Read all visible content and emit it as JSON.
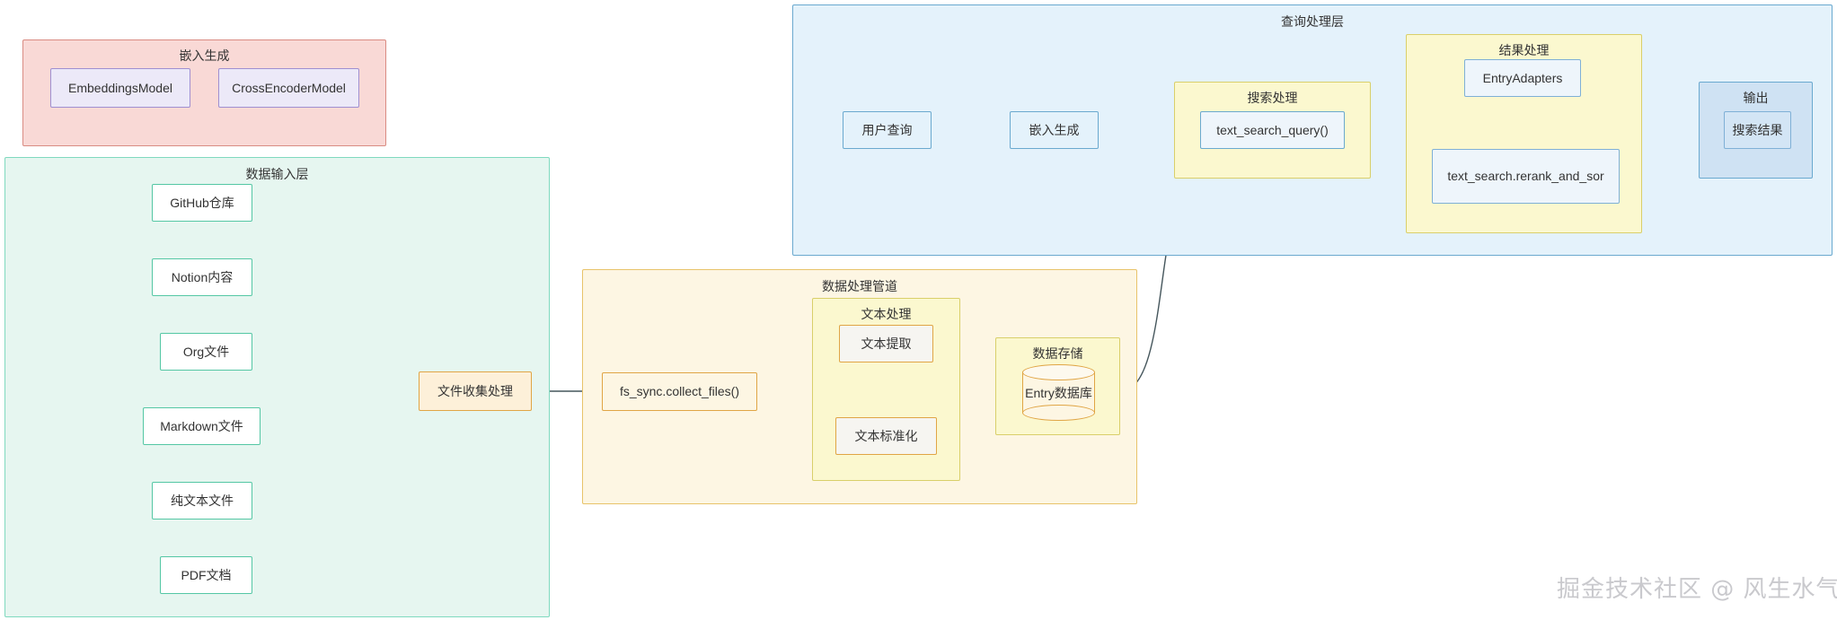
{
  "diagram": {
    "type": "flowchart",
    "clusters": [
      {
        "id": "embedding_generation",
        "title": "嵌入生成",
        "color": "#f9d9d6",
        "border": "#d98b82",
        "nodes": [
          {
            "id": "embeddings_model",
            "label": "EmbeddingsModel"
          },
          {
            "id": "cross_encoder_model",
            "label": "CrossEncoderModel"
          }
        ]
      },
      {
        "id": "data_input_layer",
        "title": "数据输入层",
        "color": "#e6f6f0",
        "border": "#7fd9bf",
        "nodes": [
          {
            "id": "github_repo",
            "label": "GitHub仓库"
          },
          {
            "id": "notion_content",
            "label": "Notion内容"
          },
          {
            "id": "org_file",
            "label": "Org文件"
          },
          {
            "id": "markdown_file",
            "label": "Markdown文件"
          },
          {
            "id": "plain_text_file",
            "label": "纯文本文件"
          },
          {
            "id": "pdf_document",
            "label": "PDF文档"
          },
          {
            "id": "file_collect_process",
            "label": "文件收集处理"
          }
        ]
      },
      {
        "id": "data_processing_pipeline",
        "title": "数据处理管道",
        "color": "#fdf6e3",
        "border": "#e8c36a",
        "nodes": [
          {
            "id": "fs_sync_collect_files",
            "label": "fs_sync.collect_files()"
          }
        ],
        "subclusters": [
          {
            "id": "text_processing",
            "title": "文本处理",
            "color": "#fbf8cf",
            "border": "#d9cf6a",
            "nodes": [
              {
                "id": "text_extract",
                "label": "文本提取"
              },
              {
                "id": "text_normalize",
                "label": "文本标准化"
              }
            ]
          },
          {
            "id": "data_storage",
            "title": "数据存储",
            "color": "#fbf8cf",
            "border": "#d9cf6a",
            "nodes": [
              {
                "id": "entry_database",
                "label": "Entry数据库",
                "shape": "cylinder"
              }
            ]
          }
        ]
      },
      {
        "id": "query_processing_layer",
        "title": "查询处理层",
        "color": "#e4f2fb",
        "border": "#6aa9cf",
        "nodes": [
          {
            "id": "user_query",
            "label": "用户查询"
          },
          {
            "id": "embedding_gen_query",
            "label": "嵌入生成"
          }
        ],
        "subclusters": [
          {
            "id": "search_processing",
            "title": "搜索处理",
            "color": "#fbf8cf",
            "border": "#d9cf6a",
            "nodes": [
              {
                "id": "text_search_query",
                "label": "text_search_query()"
              }
            ]
          },
          {
            "id": "result_processing",
            "title": "结果处理",
            "color": "#fbf8cf",
            "border": "#d9cf6a",
            "nodes": [
              {
                "id": "entry_adapters",
                "label": "EntryAdapters"
              },
              {
                "id": "rerank_and_sort",
                "label": "text_search.rerank_and_sor"
              }
            ]
          },
          {
            "id": "output",
            "title": "输出",
            "color": "#cfe2f3",
            "border": "#6aa9cf",
            "nodes": [
              {
                "id": "search_results",
                "label": "搜索结果"
              }
            ]
          }
        ]
      }
    ],
    "edges": [
      {
        "from": "github_repo",
        "to": "file_collect_process"
      },
      {
        "from": "notion_content",
        "to": "file_collect_process"
      },
      {
        "from": "org_file",
        "to": "file_collect_process"
      },
      {
        "from": "markdown_file",
        "to": "file_collect_process"
      },
      {
        "from": "plain_text_file",
        "to": "file_collect_process"
      },
      {
        "from": "pdf_document",
        "to": "file_collect_process"
      },
      {
        "from": "file_collect_process",
        "to": "fs_sync_collect_files"
      },
      {
        "from": "fs_sync_collect_files",
        "to": "text_processing"
      },
      {
        "from": "text_extract",
        "to": "text_normalize"
      },
      {
        "from": "text_processing",
        "to": "entry_database"
      },
      {
        "from": "entry_database",
        "to": "search_processing"
      },
      {
        "from": "user_query",
        "to": "embedding_gen_query"
      },
      {
        "from": "embedding_gen_query",
        "to": "text_search_query"
      },
      {
        "from": "search_processing",
        "to": "result_processing"
      },
      {
        "from": "entry_adapters",
        "to": "rerank_and_sort"
      },
      {
        "from": "result_processing",
        "to": "output"
      }
    ]
  },
  "watermark": {
    "text": "掘金技术社区 @ 风生水气",
    "color": "#c9c9cd"
  }
}
